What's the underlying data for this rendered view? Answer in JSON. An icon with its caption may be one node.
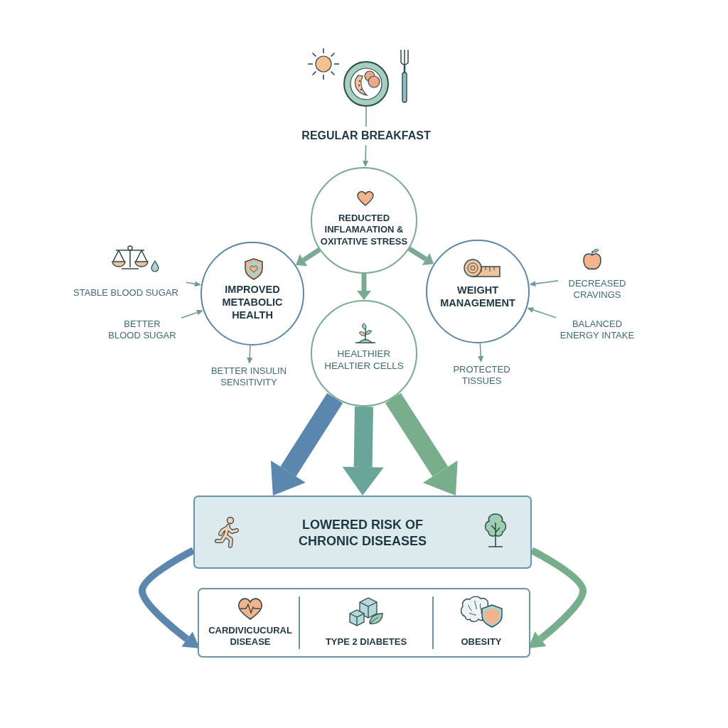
{
  "diagram": {
    "nodes": [
      {
        "text": [],
        "shape": "picture"
      },
      {
        "text": [
          "REGULAR BREAKFAST"
        ]
      },
      {
        "text": [
          "REDUCTED INFLAMAATION & OXITATIVE STRESS"
        ]
      },
      {
        "text": [
          "IMPROVED METABOLIC HEALTH"
        ]
      },
      {
        "text": [
          "WEIGHT MANAGEMENT"
        ]
      },
      {
        "text": [
          "HEALTHIER HEALTIER CELLS"
        ]
      },
      {
        "text": [
          "STABLE BLOOD SUGAR"
        ]
      },
      {
        "text": [
          "BETTER BLOOD SUGAR"
        ]
      },
      {
        "text": [
          "BETTER INSULIN SENSITIVITY"
        ]
      },
      {
        "text": [
          "DECREASED CRAVINGS"
        ]
      },
      {
        "text": [
          "BALANCED ENERGY INTAKE"
        ]
      },
      {
        "text": [
          "PROTECTED TISSUES"
        ]
      },
      {
        "text": [
          "LOWERED RISK OF CHRONIC DISEASES"
        ]
      },
      {
        "text": [],
        "shape": "box"
      },
      {
        "text": [
          "CARDIVICUCURAL DISEASE"
        ],
        "in": 13
      },
      {
        "text": [
          "TYPE 2 DIABETES"
        ],
        "in": 13
      },
      {
        "text": [
          "OBESITY"
        ],
        "in": 13
      }
    ],
    "edges": [
      {
        "from": 0,
        "to": 1,
        "arrow": "none"
      },
      {
        "from": 1,
        "to": 2,
        "arrow": "to"
      },
      {
        "from": 2,
        "to": 3,
        "arrow": "to",
        "style": "thick",
        "color": "#7aa994"
      },
      {
        "from": 2,
        "to": 4,
        "arrow": "to",
        "style": "thick",
        "color": "#7aa994"
      },
      {
        "from": 2,
        "to": 5,
        "arrow": "to",
        "style": "thick",
        "color": "#7aa994"
      },
      {
        "from": 6,
        "to": 3,
        "arrow": "to"
      },
      {
        "from": 7,
        "to": 3,
        "arrow": "to"
      },
      {
        "from": 3,
        "to": 8,
        "arrow": "to"
      },
      {
        "from": 9,
        "to": 4,
        "arrow": "to"
      },
      {
        "from": 10,
        "to": 4,
        "arrow": "to"
      },
      {
        "from": 4,
        "to": 11,
        "arrow": "to"
      },
      {
        "from": 5,
        "to": 12,
        "arrow": "to",
        "style": "thick",
        "color": "#5b87ae"
      },
      {
        "from": 5,
        "to": 12,
        "arrow": "to",
        "style": "thick",
        "color": "#6aa599"
      },
      {
        "from": 5,
        "to": 12,
        "arrow": "to",
        "style": "thick",
        "color": "#78ae8c"
      },
      {
        "from": 12,
        "to": 13,
        "arrow": "to",
        "style": "thick",
        "color": "#5b87ae"
      },
      {
        "from": 12,
        "to": 13,
        "arrow": "to",
        "style": "thick",
        "color": "#78ae8c"
      }
    ]
  }
}
